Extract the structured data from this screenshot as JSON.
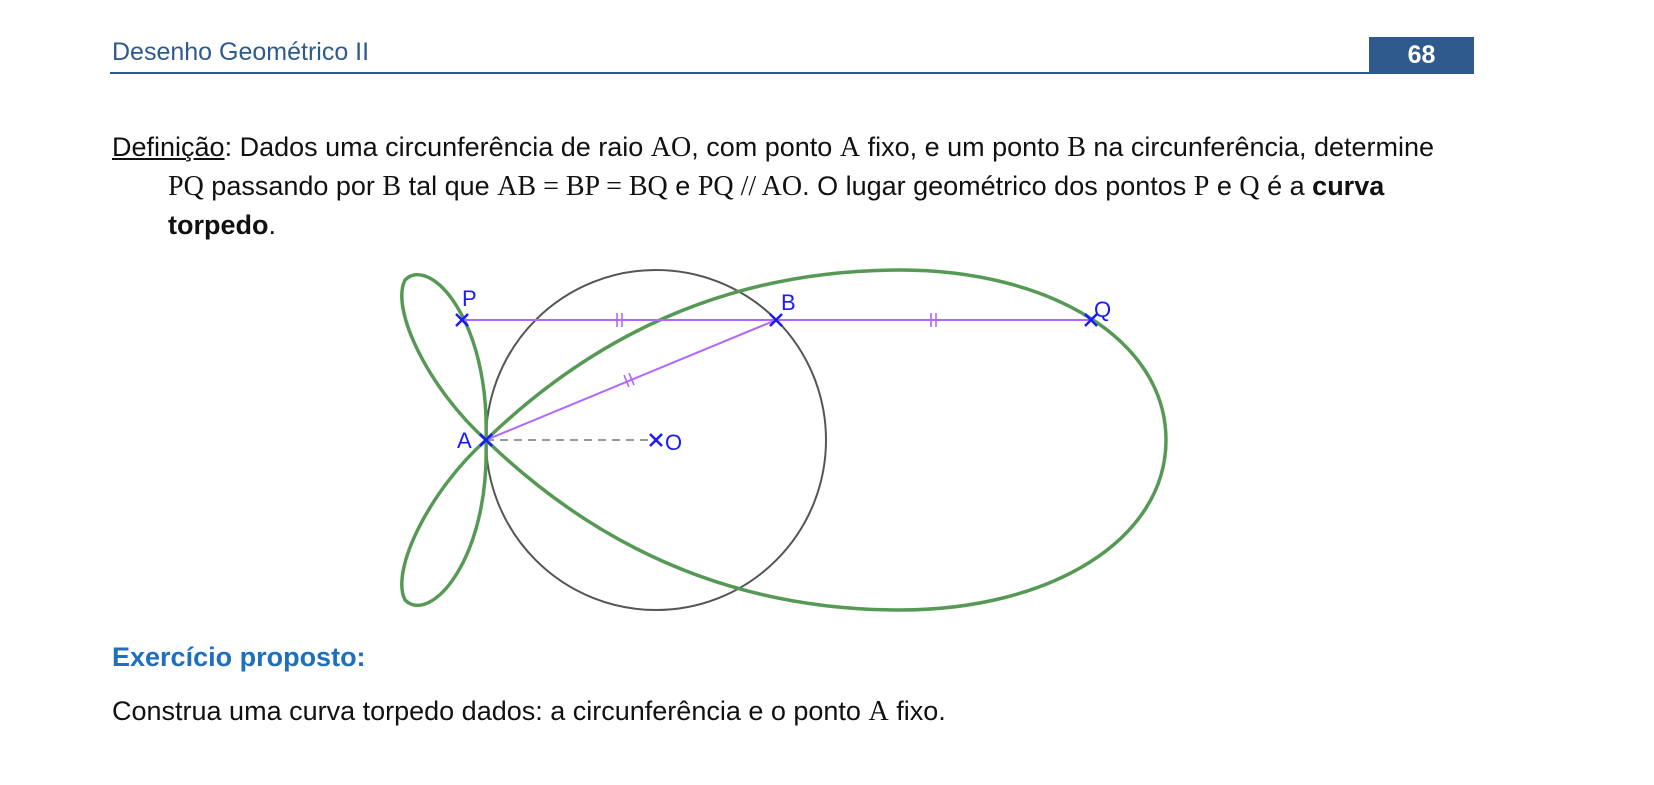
{
  "header": {
    "title": "Desenho Geométrico II",
    "page_number": "68"
  },
  "definition": {
    "term": "Definição",
    "t1": ": Dados uma circunferência de raio ",
    "m1": "AO",
    "t2": ", com ponto ",
    "m2": "A",
    "t3": " fixo, e um ponto ",
    "m3": "B",
    "t4": " na circunferência, determine ",
    "m4": "PQ",
    "t5": " passando por ",
    "m5": "B",
    "t6": " tal que ",
    "m6": "AB = BP = BQ",
    "t7": " e ",
    "m7": "PQ // AO",
    "t8": ". O lugar geométrico dos pontos ",
    "m8": "P",
    "t9": " e ",
    "m9": "Q",
    "t10": " é a ",
    "bold": "curva torpedo",
    "t11": "."
  },
  "figure": {
    "labels": {
      "P": "P",
      "B": "B",
      "Q": "Q",
      "A": "A",
      "O": "O"
    },
    "colors": {
      "curve": "#559955",
      "circle": "#555555",
      "segments": "#b266ff",
      "points": "#1a1aff",
      "dashed": "#999999"
    }
  },
  "exercise": {
    "heading": "Exercício proposto:",
    "t1": "Construa uma curva torpedo dados: a circunferência e o ponto ",
    "m1": "A",
    "t2": " fixo."
  }
}
